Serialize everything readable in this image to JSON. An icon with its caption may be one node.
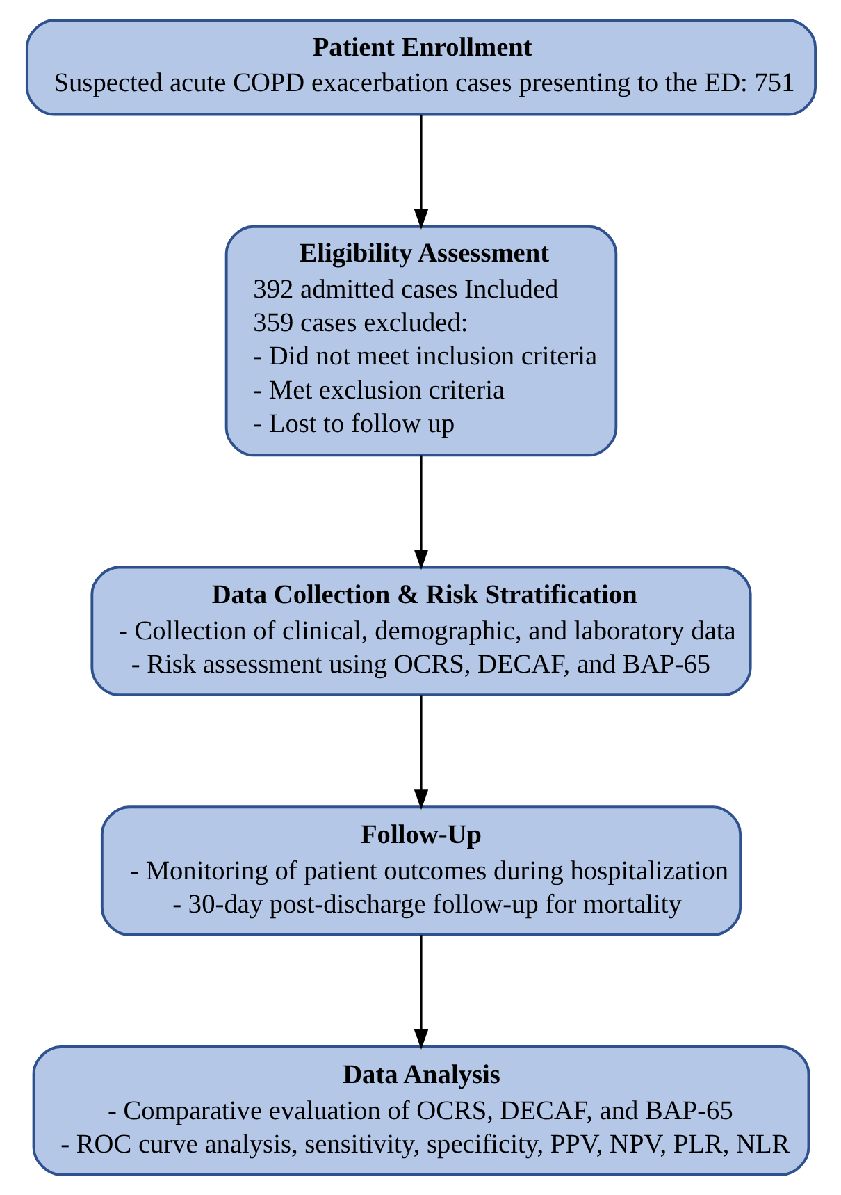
{
  "diagram": {
    "nodes": [
      {
        "text": [
          "Patient Enrollment",
          "Suspected acute COPD exacerbation cases presenting to the ED: 751"
        ]
      },
      {
        "text": [
          "Eligibility Assessment",
          "392 admitted cases Included",
          "359 cases excluded:",
          "- Did not meet inclusion criteria",
          "- Met exclusion criteria",
          "- Lost to follow up"
        ]
      },
      {
        "text": [
          "Data Collection & Risk Stratification",
          "- Collection of clinical, demographic, and laboratory data",
          "- Risk assessment using OCRS, DECAF, and BAP-65"
        ]
      },
      {
        "text": [
          "Follow-Up",
          "- Monitoring of patient outcomes during hospitalization",
          "- 30-day post-discharge follow-up for mortality"
        ]
      },
      {
        "text": [
          "Data Analysis",
          "- Comparative evaluation of OCRS, DECAF, and BAP-65",
          "- ROC curve analysis, sensitivity, specificity, PPV, NPV, PLR, NLR"
        ]
      }
    ],
    "edges": [
      {
        "from": 0,
        "to": 1,
        "arrow": "to"
      },
      {
        "from": 1,
        "to": 2,
        "arrow": "to"
      },
      {
        "from": 2,
        "to": 3,
        "arrow": "to"
      },
      {
        "from": 3,
        "to": 4,
        "arrow": "to"
      }
    ]
  }
}
